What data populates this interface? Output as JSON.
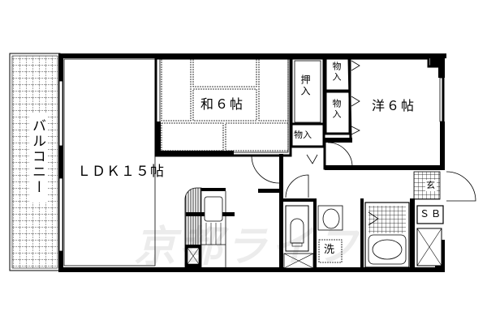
{
  "floor_plan": {
    "rooms": {
      "balcony": {
        "label": "バルコニー"
      },
      "ldk": {
        "label": "ＬＤＫ１５帖"
      },
      "washitsu": {
        "label": "和６帖"
      },
      "yoshitsu": {
        "label": "洋６帖"
      },
      "oshiire": {
        "label": "押入"
      },
      "closet_1": {
        "label": "物入"
      },
      "closet_2": {
        "label": "物入"
      },
      "closet_3": {
        "label": "物入"
      },
      "entrance": {
        "label": "玄"
      },
      "shoe_box": {
        "label": "ＳＢ"
      },
      "washer": {
        "label": "洗"
      }
    },
    "watermark": "京都ライフ",
    "colors": {
      "wall": "#000000",
      "background": "#ffffff",
      "watermark": "#e6e6e6"
    }
  }
}
